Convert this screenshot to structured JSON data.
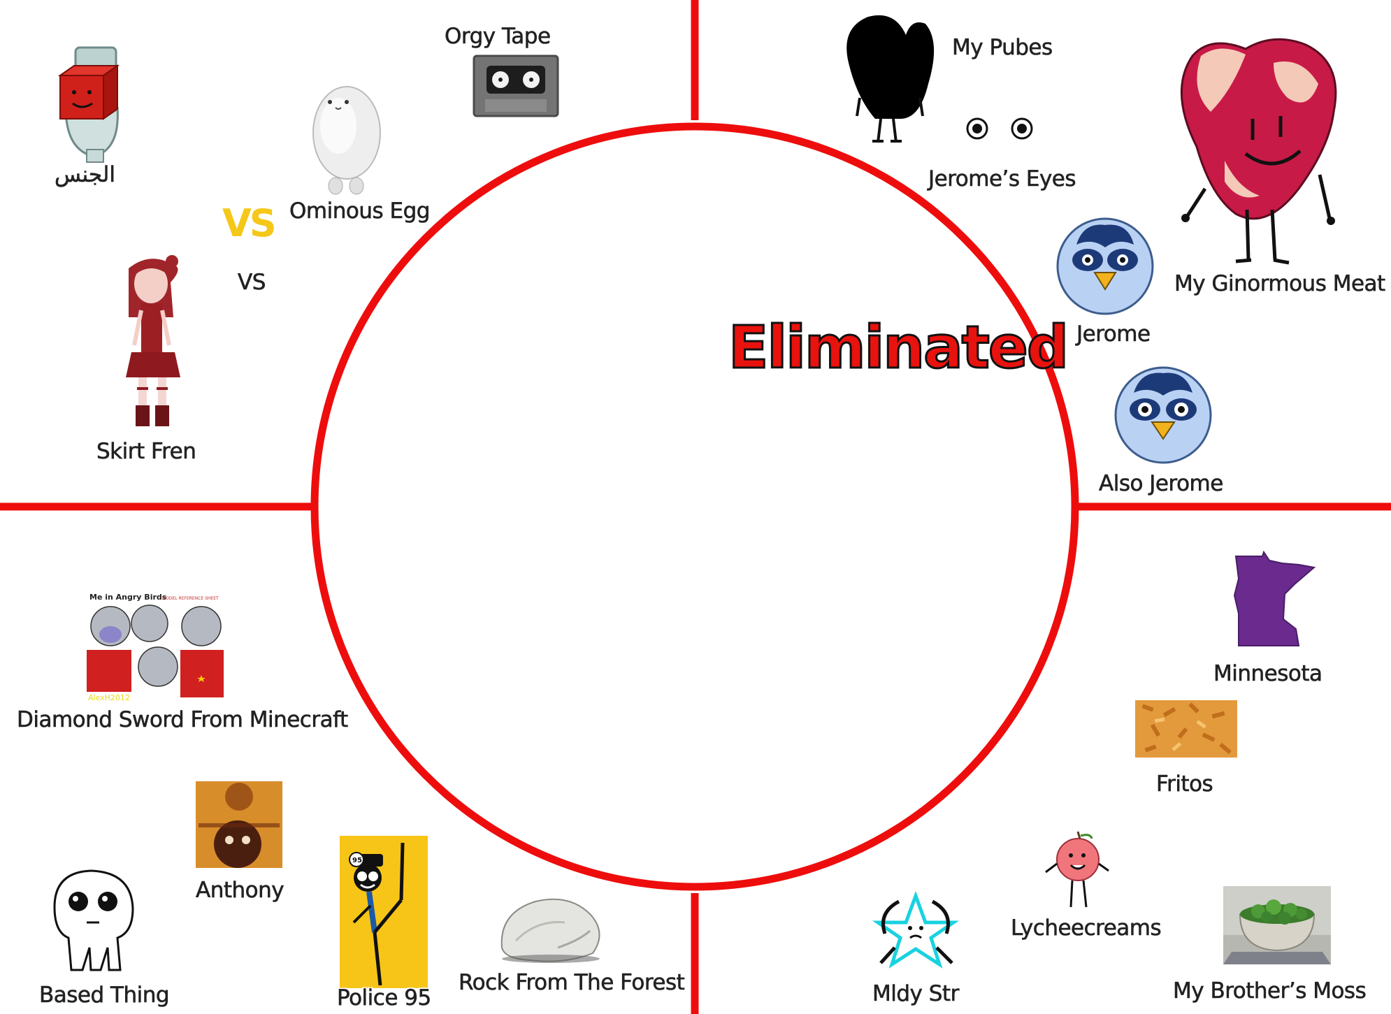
{
  "title": "Eliminated",
  "vs_logo_text": "VS",
  "colors": {
    "divider": "#ee0d0d",
    "title_fill": "#e8120e",
    "title_outline": "#111111",
    "vs_logo": "#f5c718"
  },
  "entries": {
    "aljins": "الجنس",
    "orgy_tape": "Orgy Tape",
    "ominous_egg": "Ominous Egg",
    "vs": "VS",
    "skirt_fren": "Skirt Fren",
    "my_pubes": "My Pubes",
    "jeromes_eyes": "Jerome’s Eyes",
    "my_ginormous_meat": "My Ginormous Meat",
    "jerome": "Jerome",
    "also_jerome": "Also Jerome",
    "diamond_sword": "Diamond Sword From Minecraft",
    "anthony": "Anthony",
    "based_thing": "Based Thing",
    "police_95": "Police 95",
    "rock_from_forest": "Rock From The Forest",
    "minnesota": "Minnesota",
    "fritos": "Fritos",
    "lycheecreams": "Lycheecreams",
    "mldy_str": "Mldy Str",
    "my_brothers_moss": "My Brother’s Moss"
  },
  "image_text": {
    "angry_birds_title": "Me in Angry Birds",
    "angry_birds_subtitle": "MODEL REFERENCE SHEET",
    "angry_birds_signature": "AlexH2012",
    "police_badge": "95"
  }
}
